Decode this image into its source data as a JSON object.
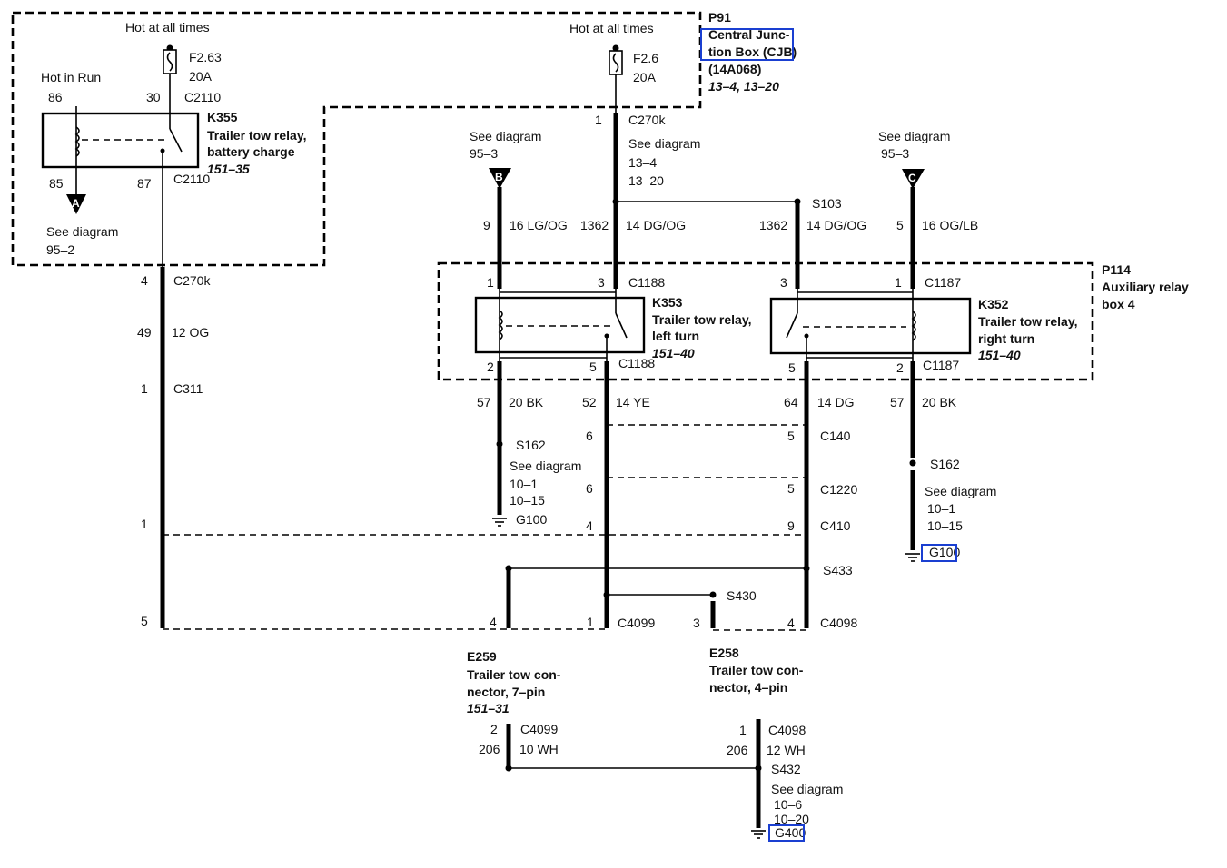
{
  "colors": {
    "wire": "#000000",
    "highlight": "#1a3fd1",
    "background": "#ffffff"
  },
  "feeds": {
    "left_hot": "Hot at all times",
    "right_hot": "Hot at all times",
    "hot_in_run": "Hot in Run"
  },
  "fuses": {
    "f263": {
      "id": "F2.63",
      "rating": "20A"
    },
    "f26": {
      "id": "F2.6",
      "rating": "20A"
    }
  },
  "cjb": {
    "id": "P91",
    "name_line1": "Central Junc-",
    "name_line2": "tion Box (CJB)",
    "part": "(14A068)",
    "refs": "13–4, 13–20"
  },
  "k355": {
    "id": "K355",
    "line1": "Trailer tow relay,",
    "line2": "battery charge",
    "ref": "151–35",
    "pins": {
      "p86": "86",
      "p30": "30",
      "p85": "85",
      "p87": "87"
    },
    "connector_top": "C2110",
    "connector_bottom": "C2110"
  },
  "see_a": {
    "marker": "A",
    "text": "See diagram",
    "ref": "95–2"
  },
  "see_b": {
    "marker": "B",
    "text": "See diagram",
    "ref": "95–3"
  },
  "see_c": {
    "marker": "C",
    "text": "See diagram",
    "ref": "95–3"
  },
  "c270k_top": {
    "pin": "1",
    "connector": "C270k",
    "text": "See diagram",
    "ref1": "13–4",
    "ref2": "13–20"
  },
  "s103": {
    "id": "S103"
  },
  "wires": {
    "w9": {
      "circuit": "9",
      "spec": "16 LG/OG"
    },
    "w1362a": {
      "circuit": "1362",
      "spec": "14 DG/OG"
    },
    "w1362b": {
      "circuit": "1362",
      "spec": "14 DG/OG"
    },
    "w5": {
      "circuit": "5",
      "spec": "16 OG/LB"
    },
    "w49": {
      "circuit": "49",
      "spec": "12 OG"
    },
    "w57a": {
      "circuit": "57",
      "spec": "20 BK"
    },
    "w52": {
      "circuit": "52",
      "spec": "14 YE"
    },
    "w64": {
      "circuit": "64",
      "spec": "14 DG"
    },
    "w57b": {
      "circuit": "57",
      "spec": "20 BK"
    },
    "w206a": {
      "circuit": "206",
      "spec": "10 WH"
    },
    "w206b": {
      "circuit": "206",
      "spec": "12 WH"
    }
  },
  "p114": {
    "id": "P114",
    "line1": "Auxiliary relay",
    "line2": "box 4"
  },
  "k353": {
    "id": "K353",
    "line1": "Trailer tow relay,",
    "line2": "left turn",
    "ref": "151–40",
    "pins": {
      "p1": "1",
      "p3": "3",
      "p2": "2",
      "p5": "5"
    },
    "connector_top": "C1188",
    "connector_bottom": "C1188"
  },
  "k352": {
    "id": "K352",
    "line1": "Trailer tow relay,",
    "line2": "right turn",
    "ref": "151–40",
    "pins": {
      "p3": "3",
      "p1": "1",
      "p5": "5",
      "p2": "2"
    },
    "connector_top": "C1187",
    "connector_bottom": "C1187"
  },
  "left_column": {
    "c270k": {
      "pin": "4",
      "connector": "C270k"
    },
    "c311": {
      "pin": "1",
      "connector": "C311"
    },
    "c410_pin": "1",
    "c4099_pin": "5"
  },
  "s162_left": {
    "id": "S162",
    "text": "See diagram",
    "ref1": "10–1",
    "ref2": "10–15",
    "ground": "G100"
  },
  "s162_right": {
    "id": "S162",
    "text": "See diagram",
    "ref1": "10–1",
    "ref2": "10–15",
    "ground": "G100"
  },
  "c140": {
    "pin_left": "6",
    "pin_right": "5",
    "connector": "C140"
  },
  "c1220": {
    "pin_left": "6",
    "pin_right": "5",
    "connector": "C1220"
  },
  "c410": {
    "pin_left": "4",
    "pin_right": "9",
    "connector": "C410"
  },
  "s433": {
    "id": "S433"
  },
  "s430": {
    "id": "S430"
  },
  "c4099": {
    "pin_a": "4",
    "pin_b": "1",
    "connector": "C4099"
  },
  "c4098": {
    "pin_a": "3",
    "pin_b": "4",
    "connector": "C4098"
  },
  "e259": {
    "id": "E259",
    "line1": "Trailer tow con-",
    "line2": "nector, 7–pin",
    "ref": "151–31",
    "pin": "2",
    "connector": "C4099"
  },
  "e258": {
    "id": "E258",
    "line1": "Trailer tow con-",
    "line2": "nector, 4–pin",
    "pin": "1",
    "connector": "C4098"
  },
  "s432": {
    "id": "S432",
    "text": "See diagram",
    "ref1": "10–6",
    "ref2": "10–20",
    "ground": "G400"
  }
}
